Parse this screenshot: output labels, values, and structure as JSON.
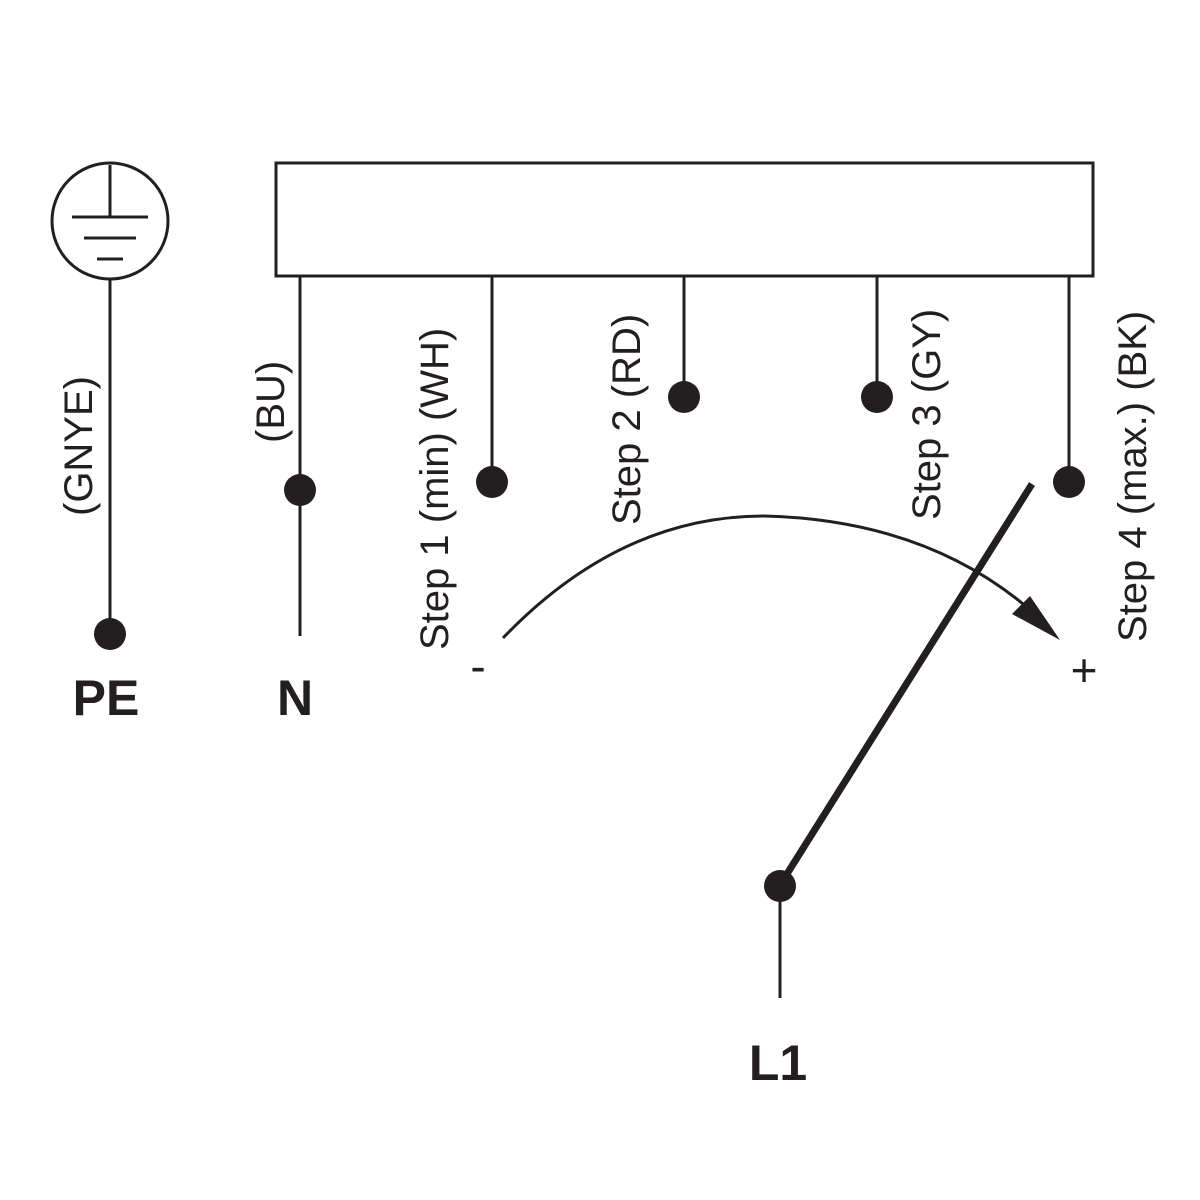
{
  "terminals": {
    "pe": "PE",
    "n": "N",
    "l1": "L1"
  },
  "wire_colors": {
    "pe": "(GNYE)",
    "n": "(BU)"
  },
  "steps": [
    "Step 1 (min) (WH)",
    "Step 2 (RD)",
    "Step 3 (GY)",
    "Step 4 (max.) (BK)"
  ],
  "direction": {
    "minus": "-",
    "plus": "+"
  },
  "symbols": {
    "earth": "earth-ground-icon",
    "arrow": "arrow-head-icon"
  },
  "colors": {
    "line": "#231f20",
    "background": "#ffffff"
  }
}
